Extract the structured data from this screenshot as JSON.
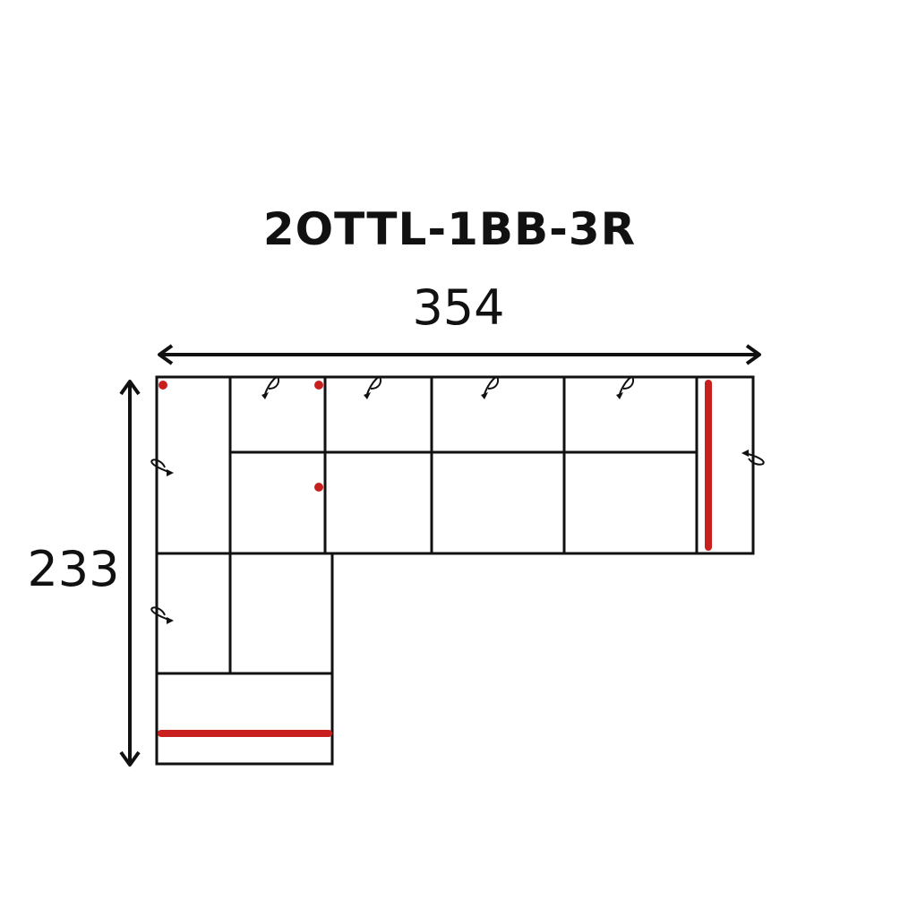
{
  "title": "2OTTL-1BB-3R",
  "dimensions": {
    "width": "354",
    "height": "233"
  },
  "colors": {
    "outline": "#111111",
    "accent": "#c8201e",
    "background": "#ffffff"
  },
  "icons": {
    "recline_marker": "curved-arrow-icon",
    "power_point": "dot-icon",
    "storage_bar": "red-bar-icon"
  }
}
